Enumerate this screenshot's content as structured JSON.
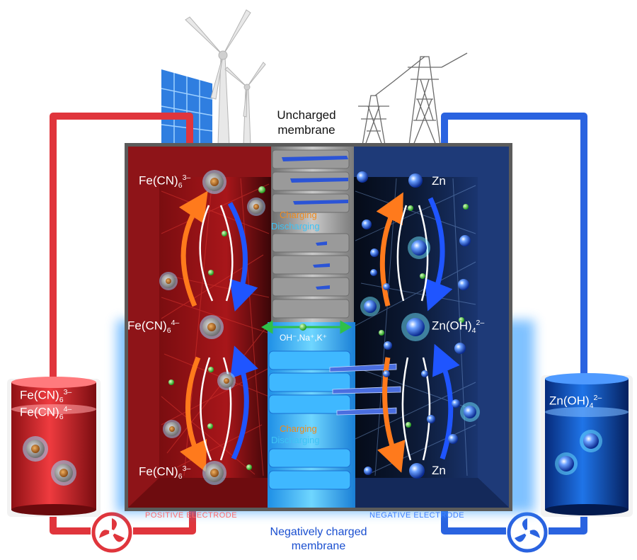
{
  "top_label": [
    "Uncharged",
    "membrane"
  ],
  "bottom_label": [
    "Negatively charged",
    "membrane"
  ],
  "positive_electrode": "POSITIVE ELECTRODE",
  "negative_electrode": "NEGATIVE ELECTRODE",
  "upper_charging": "Charging",
  "upper_discharging": "Discharging",
  "lower_charging": "Charging",
  "lower_discharging": "Discharging",
  "ions": "OH⁻,Na⁺,K⁺",
  "left_species": [
    {
      "base": "Fe(CN)",
      "sub": "6",
      "sup": "3–"
    },
    {
      "base": "Fe(CN)",
      "sub": "6",
      "sup": "4–"
    },
    {
      "base": "Fe(CN)",
      "sub": "6",
      "sup": "3–"
    }
  ],
  "right_species": [
    "Zn",
    "Zn(OH)",
    "Zn"
  ],
  "right_species_sub": "4",
  "right_species_sup": "2–",
  "left_tank": [
    {
      "base": "Fe(CN)",
      "sub": "6",
      "sup": "3–"
    },
    {
      "base": "Fe(CN)",
      "sub": "6",
      "sup": "4–"
    }
  ],
  "right_tank": {
    "base": "Zn(OH)",
    "sub": "4",
    "sup": "2–"
  },
  "colors": {
    "positive": "#b01c1c",
    "negative": "#16305e",
    "red_pipe": "#e0353c",
    "blue_pipe": "#2a63e0",
    "charging": "#f08a1c",
    "discharging": "#3ec3f5"
  }
}
